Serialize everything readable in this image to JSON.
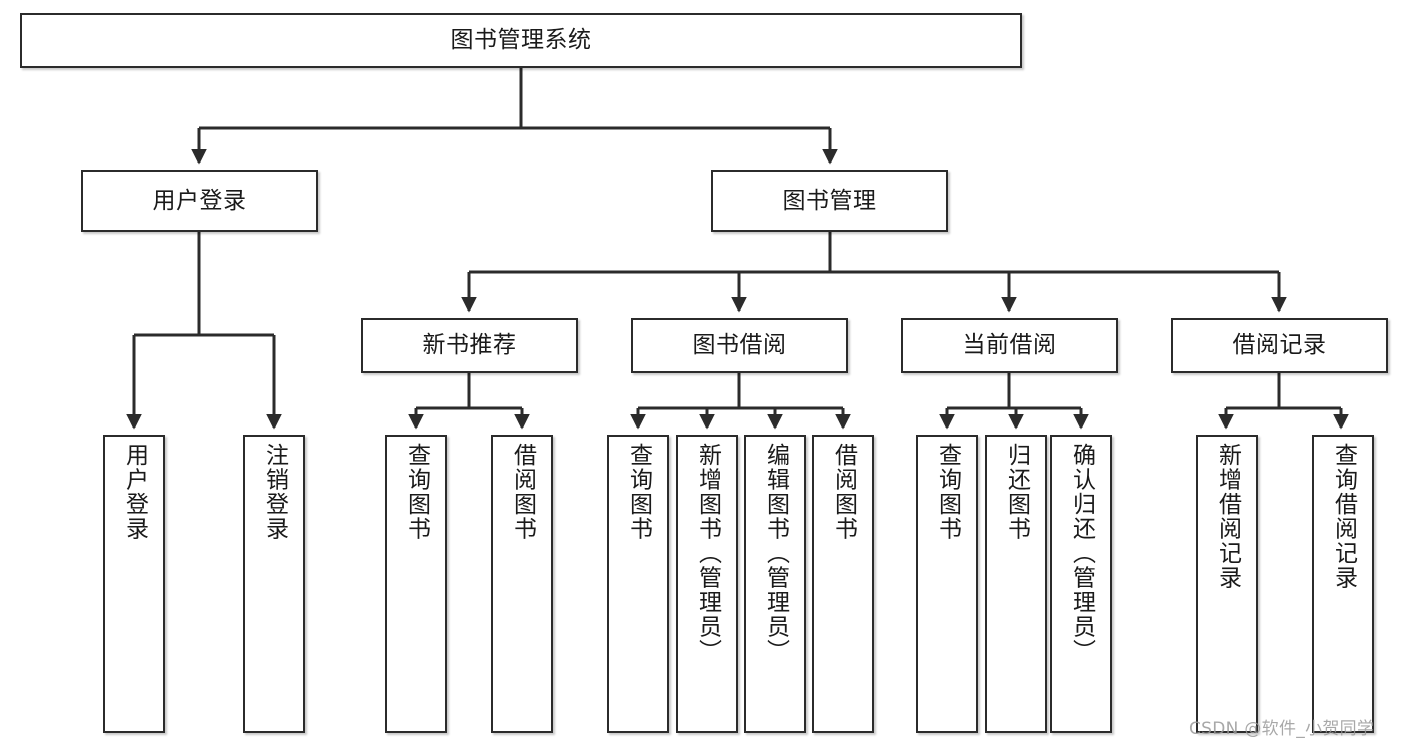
{
  "diagram": {
    "title": "图书管理系统",
    "type": "functional-decomposition-tree",
    "watermark": "CSDN @软件_小贺同学",
    "colors": {
      "box_border": "#2b2b2b",
      "box_fill": "#ffffff",
      "connector": "#2b2b2b",
      "background": "#ffffff",
      "watermark": "#9a9a9a"
    },
    "nodes": {
      "root": {
        "label": "图书管理系统"
      },
      "level2": [
        {
          "id": "user-login",
          "label": "用户登录"
        },
        {
          "id": "book-management",
          "label": "图书管理"
        }
      ],
      "level3": [
        {
          "id": "new-book-recommend",
          "label": "新书推荐"
        },
        {
          "id": "book-borrow",
          "label": "图书借阅"
        },
        {
          "id": "current-borrow",
          "label": "当前借阅"
        },
        {
          "id": "borrow-record",
          "label": "借阅记录"
        }
      ],
      "leaves": {
        "user-login": [
          {
            "id": "leaf-user-login",
            "label": "用户登录"
          },
          {
            "id": "leaf-logout-login",
            "label": "注销登录"
          }
        ],
        "new-book-recommend": [
          {
            "id": "leaf-query-book-1",
            "label": "查询图书"
          },
          {
            "id": "leaf-borrow-book-1",
            "label": "借阅图书"
          }
        ],
        "book-borrow": [
          {
            "id": "leaf-query-book-2",
            "label": "查询图书"
          },
          {
            "id": "leaf-add-book",
            "label": "新增图书（管理员）"
          },
          {
            "id": "leaf-edit-book",
            "label": "编辑图书（管理员）"
          },
          {
            "id": "leaf-borrow-book-2",
            "label": "借阅图书"
          }
        ],
        "current-borrow": [
          {
            "id": "leaf-query-book-3",
            "label": "查询图书"
          },
          {
            "id": "leaf-return-book",
            "label": "归还图书"
          },
          {
            "id": "leaf-confirm-return",
            "label": "确认归还（管理员）"
          }
        ],
        "borrow-record": [
          {
            "id": "leaf-add-borrow-record",
            "label": "新增借阅记录"
          },
          {
            "id": "leaf-query-borrow-record",
            "label": "查询借阅记录"
          }
        ]
      }
    }
  }
}
